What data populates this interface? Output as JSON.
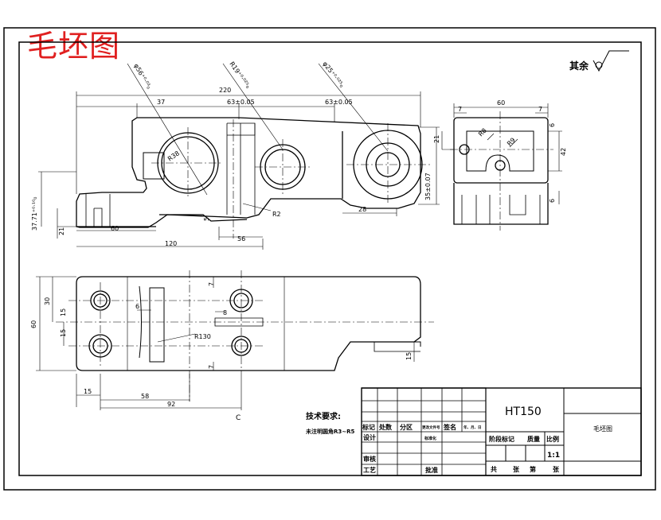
{
  "title": "毛坯图",
  "roughness": {
    "label": "其余"
  },
  "dims": {
    "d56": "φ56⁺⁰·⁰³₀",
    "r19": "R19⁺⁰·⁰²⁵₀",
    "d25": "φ25⁺⁰·⁰²⁵₀",
    "l220": "220",
    "l37": "37",
    "l63a": "63±0.05",
    "l63b": "63±0.05",
    "l37_71": "37.71⁺⁰·¹⁰₀",
    "l21": "21",
    "l60": "60",
    "l120": "120",
    "l5": "5",
    "l56": "56",
    "l28": "28",
    "l35": "35±0.07",
    "lr2": "R2",
    "r38": "R38",
    "r60v": "60",
    "l7a": "7",
    "l7b": "7",
    "l21v": "21",
    "l42": "42",
    "l6a": "6",
    "l6b": "6",
    "r8": "R8",
    "r9": "R9",
    "v60": "60",
    "v30": "30",
    "v15a": "15",
    "v15b": "15",
    "v7a": "7",
    "v7b": "7",
    "v15c": "15",
    "r130": "R130",
    "h15": "15",
    "h58": "58",
    "h92": "92",
    "l8": "8",
    "l6": "6",
    "c": "C"
  },
  "tech": {
    "heading": "技术要求:",
    "line1": "未注明圆角R3~R5"
  },
  "titleblock": {
    "material": "HT150",
    "drawing_name": "毛坯图",
    "row_labels": [
      "标记",
      "处数",
      "分区",
      "更改文件号",
      "签名",
      "年、月、日"
    ],
    "design": "设计",
    "std": "标准化",
    "review": "审核",
    "process": "工艺",
    "approve": "批准",
    "stage_mark": "阶段标记",
    "mass": "质量",
    "scale": "比例",
    "scale_val": "1:1",
    "sheets": "共",
    "sheet_word": "张",
    "page": "第",
    "page_word": "张"
  }
}
